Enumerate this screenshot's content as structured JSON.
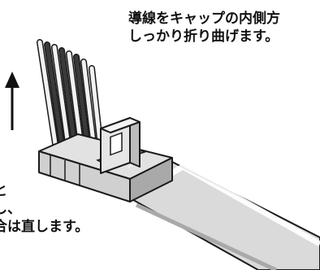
{
  "captions": {
    "top": {
      "line1": "導線をキャップの内側方",
      "line2": "しっかり折り曲げます。"
    },
    "bottom": {
      "line1": "と",
      "line2": "し、",
      "line3": "合は直します。"
    }
  },
  "icons": {
    "arrow": "arrow-up-icon"
  },
  "colors": {
    "outline": "#1a1a1a",
    "body_gray": "#d6d6d6",
    "shade_gray": "#a9a9a9",
    "dark_wire": "#3a3a3a",
    "light_wire": "#f2f2f2"
  }
}
